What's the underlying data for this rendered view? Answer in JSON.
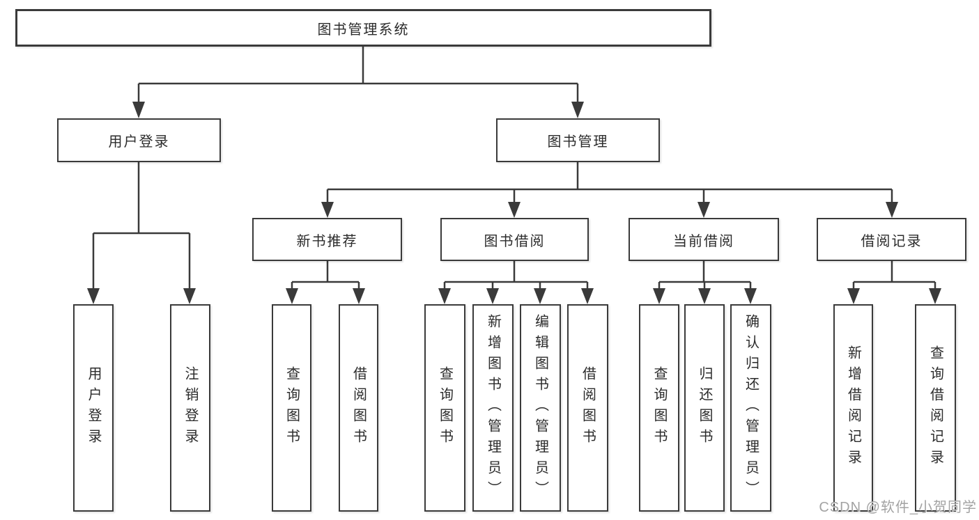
{
  "diagram": {
    "title": "图书管理系统",
    "root": {
      "label": "图书管理系统"
    },
    "level2": [
      {
        "label": "用户登录"
      },
      {
        "label": "图书管理"
      }
    ],
    "level3": [
      {
        "label": "新书推荐"
      },
      {
        "label": "图书借阅"
      },
      {
        "label": "当前借阅"
      },
      {
        "label": "借阅记录"
      }
    ],
    "leaves": [
      {
        "label": "用户登录"
      },
      {
        "label": "注销登录"
      },
      {
        "label": "查询图书"
      },
      {
        "label": "借阅图书"
      },
      {
        "label": "查询图书"
      },
      {
        "label": "新增图书（管理员）"
      },
      {
        "label": "编辑图书（管理员）"
      },
      {
        "label": "借阅图书"
      },
      {
        "label": "查询图书"
      },
      {
        "label": "归还图书"
      },
      {
        "label": "确认归还（管理员）"
      },
      {
        "label": "新增借阅记录"
      },
      {
        "label": "查询借阅记录"
      }
    ],
    "line_color": "#3a3a3a",
    "text_color": "#2b2b2b"
  },
  "watermark": {
    "text": "CSDN @软件_小贺同学",
    "color": "#a3a3a3"
  }
}
